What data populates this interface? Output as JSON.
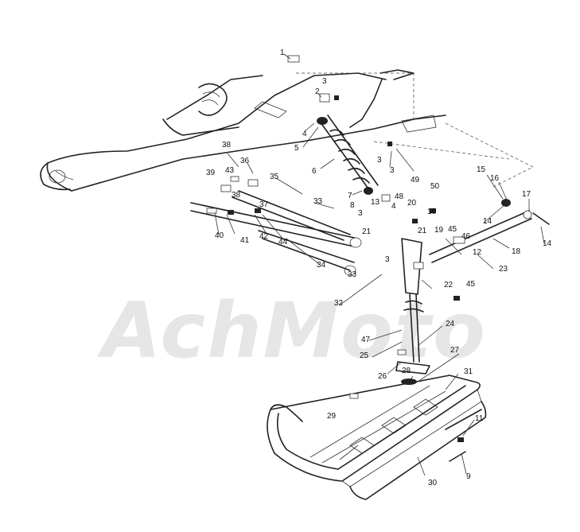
{
  "watermark": {
    "text": "AchMoto"
  },
  "callouts": [
    {
      "id": "c1",
      "text": "1"
    },
    {
      "id": "c2",
      "text": "2"
    },
    {
      "id": "c3a",
      "text": "3"
    },
    {
      "id": "c3b",
      "text": "3"
    },
    {
      "id": "c3c",
      "text": "3"
    },
    {
      "id": "c3d",
      "text": "3"
    },
    {
      "id": "c3e",
      "text": "3"
    },
    {
      "id": "c4a",
      "text": "4"
    },
    {
      "id": "c4b",
      "text": "4"
    },
    {
      "id": "c5",
      "text": "5"
    },
    {
      "id": "c6",
      "text": "6"
    },
    {
      "id": "c7",
      "text": "7"
    },
    {
      "id": "c8",
      "text": "8"
    },
    {
      "id": "c9",
      "text": "9"
    },
    {
      "id": "c10",
      "text": "10"
    },
    {
      "id": "c11",
      "text": "11"
    },
    {
      "id": "c12",
      "text": "12"
    },
    {
      "id": "c13",
      "text": "13"
    },
    {
      "id": "c14a",
      "text": "14"
    },
    {
      "id": "c14b",
      "text": "14"
    },
    {
      "id": "c15",
      "text": "15"
    },
    {
      "id": "c16",
      "text": "16"
    },
    {
      "id": "c17",
      "text": "17"
    },
    {
      "id": "c18",
      "text": "18"
    },
    {
      "id": "c19",
      "text": "19"
    },
    {
      "id": "c20",
      "text": "20"
    },
    {
      "id": "c21a",
      "text": "21"
    },
    {
      "id": "c21b",
      "text": "21"
    },
    {
      "id": "c22",
      "text": "22"
    },
    {
      "id": "c23",
      "text": "23"
    },
    {
      "id": "c24",
      "text": "24"
    },
    {
      "id": "c25",
      "text": "25"
    },
    {
      "id": "c26",
      "text": "26"
    },
    {
      "id": "c27",
      "text": "27"
    },
    {
      "id": "c28",
      "text": "28"
    },
    {
      "id": "c29",
      "text": "29"
    },
    {
      "id": "c30",
      "text": "30"
    },
    {
      "id": "c31",
      "text": "31"
    },
    {
      "id": "c32",
      "text": "32"
    },
    {
      "id": "c33a",
      "text": "33"
    },
    {
      "id": "c33b",
      "text": "33"
    },
    {
      "id": "c34",
      "text": "34"
    },
    {
      "id": "c35",
      "text": "35"
    },
    {
      "id": "c36",
      "text": "36"
    },
    {
      "id": "c37",
      "text": "37"
    },
    {
      "id": "c38a",
      "text": "38"
    },
    {
      "id": "c38b",
      "text": "38"
    },
    {
      "id": "c39",
      "text": "39"
    },
    {
      "id": "c40",
      "text": "40"
    },
    {
      "id": "c41",
      "text": "41"
    },
    {
      "id": "c42",
      "text": "42"
    },
    {
      "id": "c43",
      "text": "43"
    },
    {
      "id": "c44",
      "text": "44"
    },
    {
      "id": "c45a",
      "text": "45"
    },
    {
      "id": "c45b",
      "text": "45"
    },
    {
      "id": "c46",
      "text": "46"
    },
    {
      "id": "c47",
      "text": "47"
    },
    {
      "id": "c48",
      "text": "48"
    },
    {
      "id": "c49",
      "text": "49"
    },
    {
      "id": "c50",
      "text": "50"
    }
  ]
}
